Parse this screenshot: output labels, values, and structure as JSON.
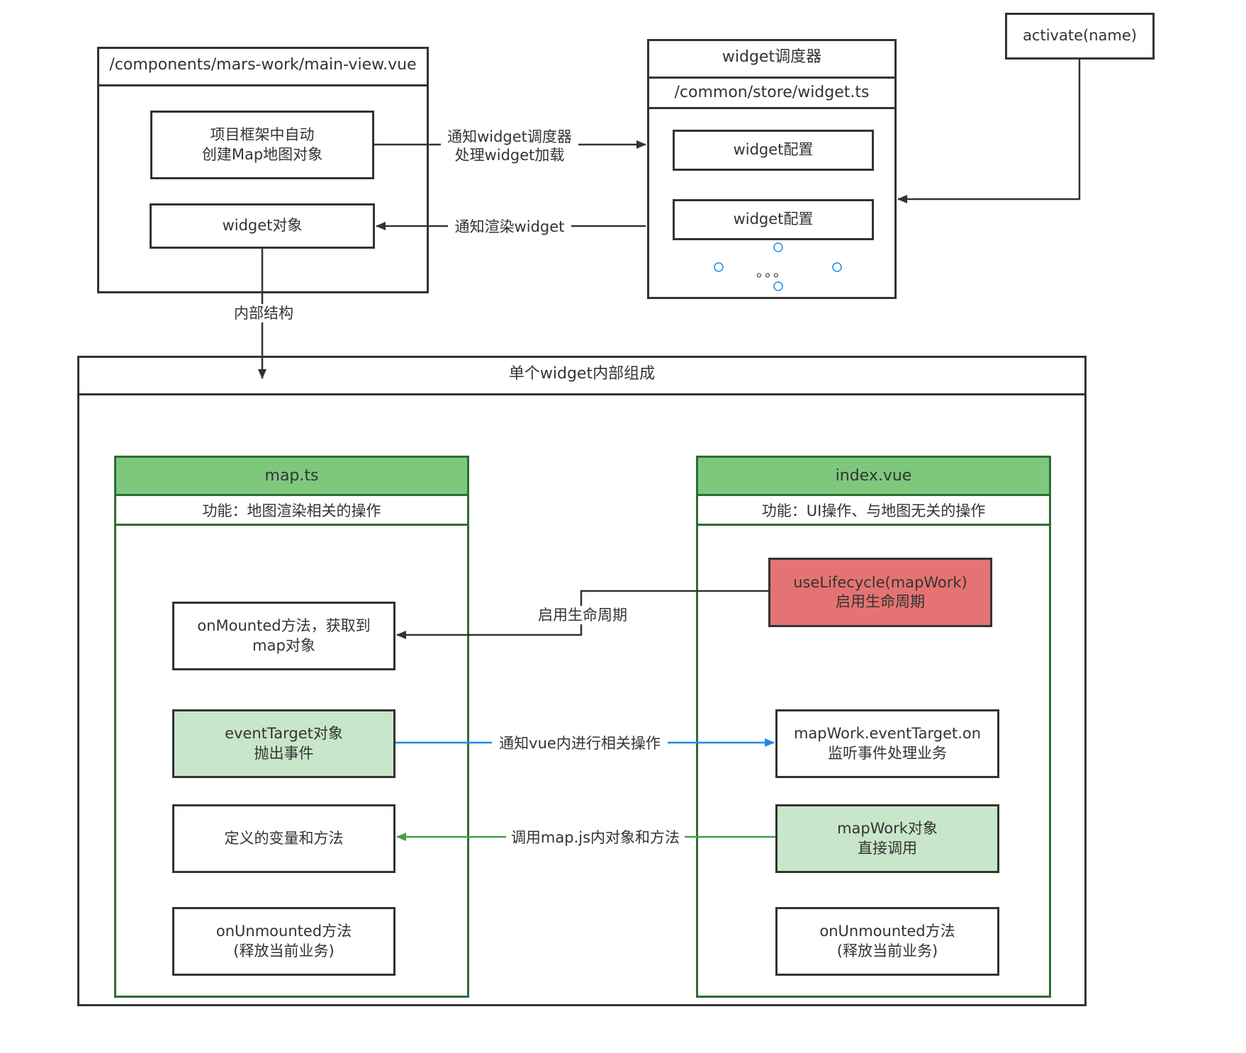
{
  "colors": {
    "stroke": "#333333",
    "green_head": "#7ec87e",
    "green_border": "#2f6b36",
    "light_green": "#c8e6c9",
    "red": "#e57373",
    "blue_arrow": "#1e88e5",
    "green_arrow": "#43a047",
    "handle": "#1e88e5"
  },
  "main_view": {
    "title": "/components/mars-work/main-view.vue",
    "map_node": [
      "项目框架中自动",
      "创建Map地图对象"
    ],
    "widget_node": "widget对象"
  },
  "scheduler": {
    "title": "widget调度器",
    "subtitle": "/common/store/widget.ts",
    "config_1": "widget配置",
    "config_2": "widget配置",
    "ellipsis": "。。。"
  },
  "activate": "activate(name)",
  "edges": {
    "notify_load": [
      "通知widget调度器",
      "处理widget加载"
    ],
    "notify_render": "通知渲染widget",
    "internal": "内部结构",
    "lifecycle": "启用生命周期",
    "notify_vue": "通知vue内进行相关操作",
    "call_map": "调用map.js内对象和方法"
  },
  "widget_group": {
    "title": "单个widget内部组成"
  },
  "map_ts": {
    "title": "map.ts",
    "subtitle": "功能：地图渲染相关的操作",
    "on_mounted": [
      "onMounted方法，获取到",
      "map对象"
    ],
    "event_target": [
      "eventTarget对象",
      "抛出事件"
    ],
    "defined": "定义的变量和方法",
    "on_unmounted": [
      "onUnmounted方法",
      "(释放当前业务)"
    ]
  },
  "index_vue": {
    "title": "index.vue",
    "subtitle": "功能：UI操作、与地图无关的操作",
    "use_lifecycle": [
      "useLifecycle(mapWork)",
      "启用生命周期"
    ],
    "listen": [
      "mapWork.eventTarget.on",
      "监听事件处理业务"
    ],
    "map_work": [
      "mapWork对象",
      "直接调用"
    ],
    "on_unmounted": [
      "onUnmounted方法",
      "(释放当前业务)"
    ]
  }
}
